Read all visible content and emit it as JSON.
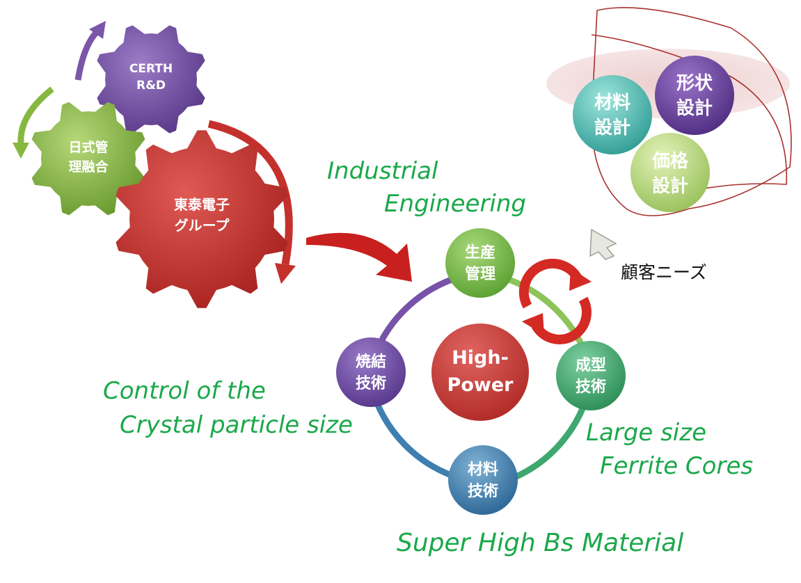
{
  "gears": {
    "certh": [
      "CERTH",
      "R&D"
    ],
    "nihon": [
      "日式管",
      "理融合"
    ],
    "tohtai": [
      "東泰電子",
      "グループ"
    ]
  },
  "cycle": {
    "center": [
      "High-",
      "Power"
    ],
    "production": [
      "生産",
      "管理"
    ],
    "forming": [
      "成型",
      "技術"
    ],
    "material": [
      "材料",
      "技術"
    ],
    "sintering": [
      "焼結",
      "技術"
    ]
  },
  "design": {
    "material": [
      "材料",
      "設計"
    ],
    "shape": [
      "形状",
      "設計"
    ],
    "price": [
      "価格",
      "設計"
    ],
    "needs": "顧客ニーズ"
  },
  "annotations": {
    "industrial": [
      "Industrial",
      "Engineering"
    ],
    "crystal": [
      "Control of the",
      "Crystal particle size"
    ],
    "large": [
      "Large size",
      "Ferrite Cores"
    ],
    "bs": "Super High Bs Material"
  },
  "colors": {
    "purple": "#6b4a9a",
    "green": "#82b440",
    "red": "#c4302b",
    "teal": "#4cb8b0",
    "lightgreen": "#b0d070",
    "blue": "#3a78a8",
    "annotation": "#1aa84a"
  }
}
